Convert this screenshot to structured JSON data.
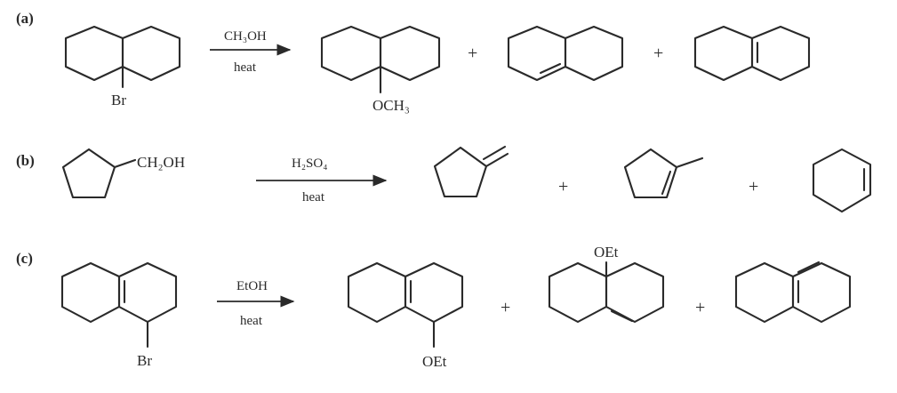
{
  "reactions": [
    {
      "part": "(a)",
      "reagent_top": "CH₃OH",
      "reagent_bottom": "heat",
      "substrate_label": "Br",
      "product_labels": [
        "OCH₃"
      ],
      "plus": "+"
    },
    {
      "part": "(b)",
      "reagent_top": "H₂SO₄",
      "reagent_bottom": "heat",
      "substrate_label": "CH₂OH",
      "plus": "+"
    },
    {
      "part": "(c)",
      "reagent_top": "EtOH",
      "reagent_bottom": "heat",
      "substrate_label": "Br",
      "product_labels": [
        "OEt",
        "OEt"
      ],
      "plus": "+"
    }
  ]
}
